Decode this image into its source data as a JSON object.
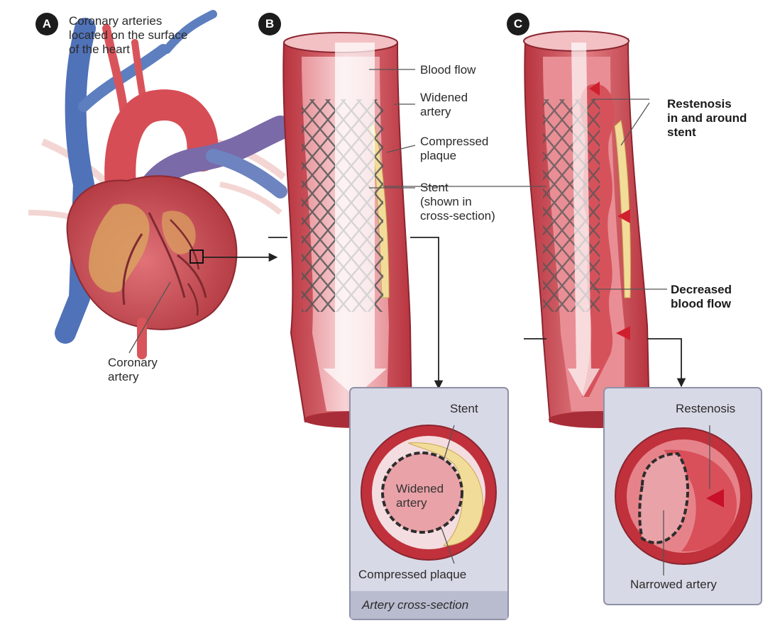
{
  "panels": {
    "a": {
      "badge": "A",
      "title": "Coronary arteries\nlocated on the surface\nof the heart",
      "artery_label": "Coronary\nartery"
    },
    "b": {
      "badge": "B",
      "labels": {
        "blood_flow": "Blood flow",
        "widened_artery": "Widened\nartery",
        "compressed_plaque": "Compressed\nplaque",
        "stent": "Stent\n(shown in\ncross-section)"
      },
      "inset": {
        "stent": "Stent",
        "widened_artery": "Widened\nartery",
        "compressed_plaque": "Compressed plaque",
        "caption": "Artery cross-section"
      }
    },
    "c": {
      "badge": "C",
      "labels": {
        "restenosis": "Restenosis\nin and around\nstent",
        "decreased_flow": "Decreased\nblood flow"
      },
      "inset": {
        "restenosis": "Restenosis",
        "narrowed_artery": "Narrowed artery"
      }
    }
  },
  "colors": {
    "artery_wall": "#c94a55",
    "artery_inner": "#f0b8bc",
    "plaque": "#f2dc9a",
    "vein": "#4f72b8",
    "heart": "#cc4a50",
    "fat": "#d9a060",
    "stent_mesh": "#5a5a5a",
    "inset_bg": "#d8d9e6",
    "caption_bg": "#b9bccf"
  }
}
